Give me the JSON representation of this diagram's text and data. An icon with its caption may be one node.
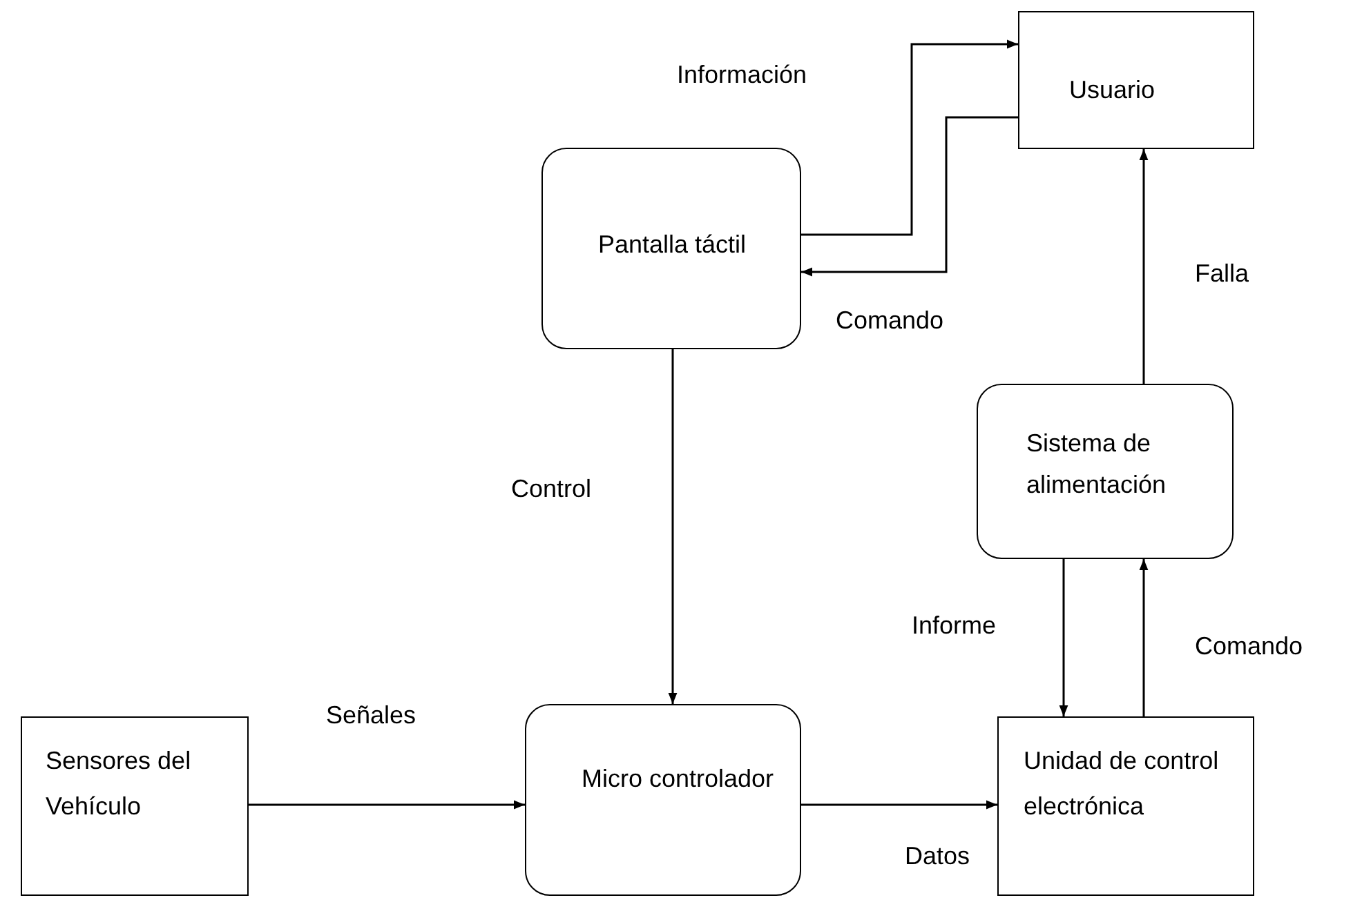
{
  "diagram": {
    "nodes": [
      {
        "text": [
          "Usuario"
        ]
      },
      {
        "text": [
          "Pantalla táctil"
        ]
      },
      {
        "text": [
          "Sistema de alimentación"
        ]
      },
      {
        "text": [
          "Sensores del Vehículo"
        ]
      },
      {
        "text": [
          "Micro controlador"
        ]
      },
      {
        "text": [
          "Unidad de control electrónica"
        ]
      }
    ],
    "edges": [
      {
        "from": 1,
        "to": 0,
        "arrow": "to",
        "label": "Información"
      },
      {
        "from": 0,
        "to": 1,
        "arrow": "to",
        "label": "Comando"
      },
      {
        "from": 1,
        "to": 4,
        "arrow": "to",
        "label": "Control"
      },
      {
        "from": 2,
        "to": 0,
        "arrow": "to",
        "label": "Falla"
      },
      {
        "from": 2,
        "to": 5,
        "arrow": "to",
        "label": "Informe"
      },
      {
        "from": 5,
        "to": 2,
        "arrow": "to",
        "label": "Comando"
      },
      {
        "from": 3,
        "to": 4,
        "arrow": "to",
        "label": "Señales"
      },
      {
        "from": 4,
        "to": 5,
        "arrow": "to",
        "label": "Datos"
      }
    ]
  }
}
